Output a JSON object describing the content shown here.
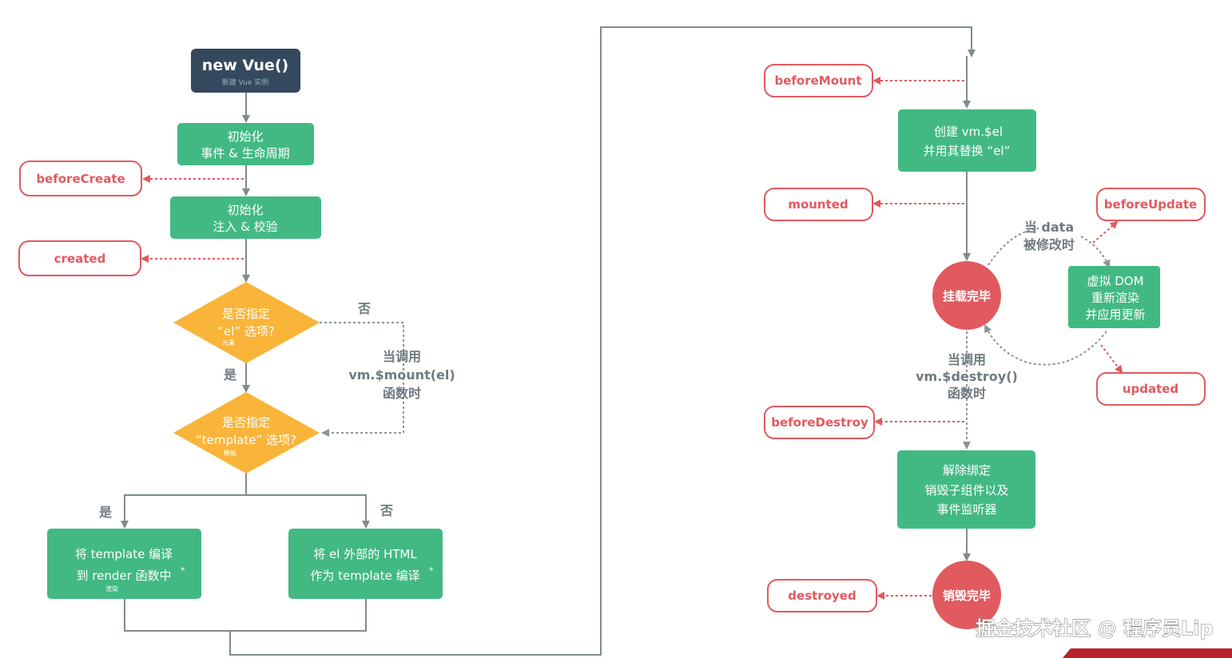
{
  "nodes": {
    "new_vue": {
      "title": "new Vue()",
      "sub": "新建 Vue 实例"
    },
    "init_events": {
      "line1": "初始化",
      "line2": "事件 & 生命周期"
    },
    "init_inject": {
      "line1": "初始化",
      "line2": "注入 & 校验"
    },
    "q_el": {
      "line1": "是否指定",
      "line2": "“el” 选项?",
      "sub": "元素"
    },
    "q_template": {
      "line1": "是否指定",
      "line2": "“template” 选项?",
      "sub": "模板"
    },
    "compile_template": {
      "line1": "将 template 编译",
      "line2": "到 render 函数中",
      "star": "*",
      "sub": "渲染"
    },
    "compile_html": {
      "line1": "将 el 外部的 HTML",
      "line2": "作为 template 编译",
      "star": "*"
    },
    "create_el": {
      "line1": "创建 vm.$el",
      "line2": "并用其替换 “el”"
    },
    "mounted_circle": {
      "text": "挂载完毕"
    },
    "vdom": {
      "line1": "虚拟 DOM",
      "line2": "重新渲染",
      "line3": "并应用更新"
    },
    "teardown": {
      "line1": "解除绑定",
      "line2": "销毁子组件以及",
      "line3": "事件监听器"
    },
    "destroyed_circle": {
      "text": "销毁完毕"
    }
  },
  "hooks": {
    "beforeCreate": "beforeCreate",
    "created": "created",
    "beforeMount": "beforeMount",
    "mounted": "mounted",
    "beforeUpdate": "beforeUpdate",
    "updated": "updated",
    "beforeDestroy": "beforeDestroy",
    "destroyed": "destroyed"
  },
  "labels": {
    "no1": "否",
    "yes1": "是",
    "yes2": "是",
    "no2": "否",
    "mount_call": {
      "line1": "当调用",
      "line2": "vm.$mount(el)",
      "line3": "函数时"
    },
    "data_change": {
      "line1": "当 data",
      "line2": "被修改时"
    },
    "destroy_call": {
      "line1": "当调用",
      "line2": "vm.$destroy()",
      "line3": "函数时"
    }
  },
  "watermark": "掘金技术社区 @ 程序员Lip",
  "colors": {
    "green": "#42b983",
    "dark": "#35495e",
    "orange": "#f9b43a",
    "red": "#e05a5f",
    "grey": "#7f8c8d"
  }
}
